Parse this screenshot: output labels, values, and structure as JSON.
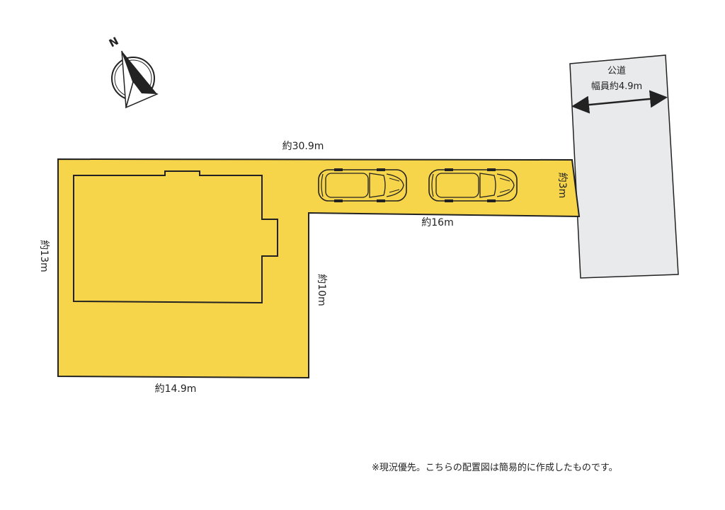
{
  "compass": {
    "north_label": "N",
    "icon": "north-arrow-icon"
  },
  "road": {
    "line1": "公道",
    "line2": "幅員約4.9m"
  },
  "dimensions": {
    "top_length": "約30.9m",
    "left_height": "約13m",
    "bottom_width": "約14.9m",
    "inner_height": "約10m",
    "driveway_length": "約16m",
    "driveway_width": "約3m"
  },
  "parking": {
    "car_count": 2,
    "car_icon": "car-icon"
  },
  "colors": {
    "lot_fill": "#f7d54a",
    "road_fill": "#e9eaec",
    "outline": "#222222"
  },
  "note": "※現況優先。こちらの配置図は簡易的に作成したものです。"
}
